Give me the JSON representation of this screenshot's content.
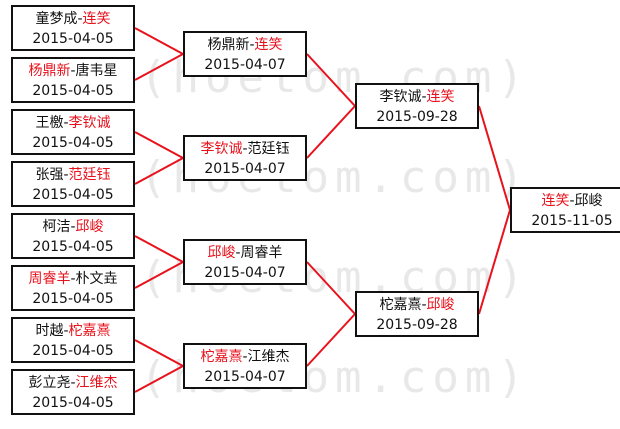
{
  "watermark": "(hoetom.com)",
  "colors": {
    "winner": "#e8111c",
    "text": "#111111",
    "connector": "#e8111c",
    "border": "#111111"
  },
  "round1": [
    {
      "p1": "童梦成",
      "p2": "连笑",
      "winner": 2,
      "date": "2015-04-05"
    },
    {
      "p1": "杨鼎新",
      "p2": "唐韦星",
      "winner": 1,
      "date": "2015-04-05"
    },
    {
      "p1": "王檄",
      "p2": "李钦诚",
      "winner": 2,
      "date": "2015-04-05"
    },
    {
      "p1": "张强",
      "p2": "范廷钰",
      "winner": 2,
      "date": "2015-04-05"
    },
    {
      "p1": "柯洁",
      "p2": "邱峻",
      "winner": 2,
      "date": "2015-04-05"
    },
    {
      "p1": "周睿羊",
      "p2": "朴文垚",
      "winner": 1,
      "date": "2015-04-05"
    },
    {
      "p1": "时越",
      "p2": "柁嘉熹",
      "winner": 2,
      "date": "2015-04-05"
    },
    {
      "p1": "彭立尧",
      "p2": "江维杰",
      "winner": 2,
      "date": "2015-04-05"
    }
  ],
  "round2": [
    {
      "p1": "杨鼎新",
      "p2": "连笑",
      "winner": 2,
      "date": "2015-04-07"
    },
    {
      "p1": "李钦诚",
      "p2": "范廷钰",
      "winner": 1,
      "date": "2015-04-07"
    },
    {
      "p1": "邱峻",
      "p2": "周睿羊",
      "winner": 1,
      "date": "2015-04-07"
    },
    {
      "p1": "柁嘉熹",
      "p2": "江维杰",
      "winner": 1,
      "date": "2015-04-07"
    }
  ],
  "round3": [
    {
      "p1": "李钦诚",
      "p2": "连笑",
      "winner": 2,
      "date": "2015-09-28"
    },
    {
      "p1": "柁嘉熹",
      "p2": "邱峻",
      "winner": 2,
      "date": "2015-09-28"
    }
  ],
  "final": [
    {
      "p1": "连笑",
      "p2": "邱峻",
      "winner": 1,
      "date": "2015-11-05"
    }
  ]
}
